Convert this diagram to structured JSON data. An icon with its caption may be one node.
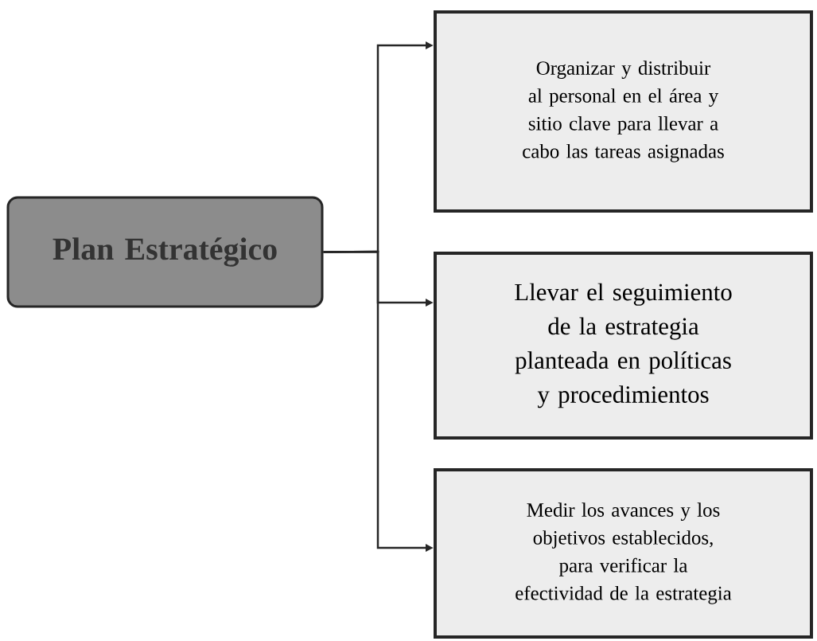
{
  "diagram": {
    "nodes": [
      {
        "text": [
          "Plan Estratégico"
        ]
      },
      {
        "text": [
          "Organizar y distribuir al personal en el área y sitio clave para llevar a cabo las tareas asignadas"
        ]
      },
      {
        "text": [
          "Llevar el seguimiento de la estrategia planteada en políticas y procedimientos"
        ]
      },
      {
        "text": [
          "Medir los avances y los objetivos establecidos, para verificar la efectividad de la estrategia"
        ]
      }
    ],
    "edges": [
      {
        "from": 0,
        "to": 1,
        "arrow": "to"
      },
      {
        "from": 0,
        "to": 2,
        "arrow": "to"
      },
      {
        "from": 0,
        "to": 3,
        "arrow": "to"
      }
    ]
  }
}
